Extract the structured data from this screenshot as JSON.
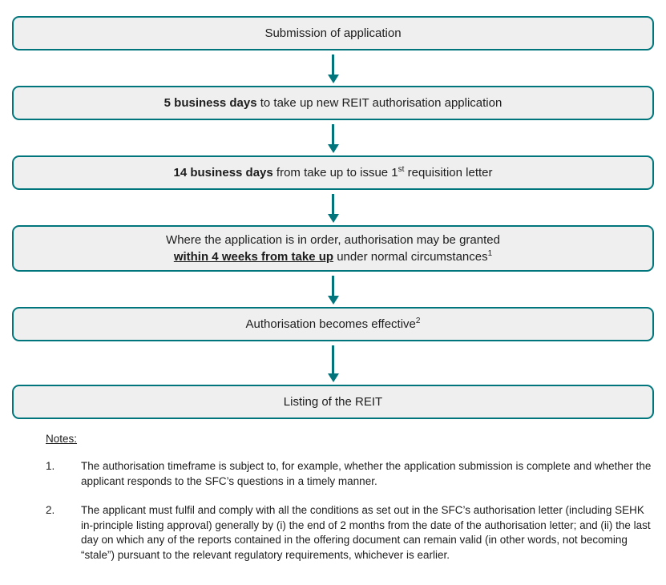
{
  "colors": {
    "accent_teal": "#00767c",
    "box_background": "#efefef",
    "text": "#1d1d1d"
  },
  "flow": {
    "boxes": {
      "submission": {
        "text": "Submission of application"
      },
      "take_up": {
        "bold": "5 business days",
        "rest": " to take up new REIT authorisation application"
      },
      "requisition": {
        "bold": "14 business days",
        "mid": " from take up to issue 1",
        "sup": "st",
        "rest": " requisition letter"
      },
      "granted": {
        "line1": "Where the application is in order, authorisation may be granted",
        "bold_underline": "within 4 weeks from take up",
        "rest": " under normal circumstances",
        "sup": "1"
      },
      "effective": {
        "text": "Authorisation becomes effective",
        "sup": "2"
      },
      "listing": {
        "text": "Listing of the REIT"
      }
    }
  },
  "notes": {
    "heading": "Notes:",
    "items": [
      {
        "num": "1.",
        "text": "The authorisation timeframe is subject to, for example, whether the application submission is complete and whether the applicant responds to the SFC’s questions in a timely manner."
      },
      {
        "num": "2.",
        "text": "The applicant must fulfil and comply with all the conditions as set out in the SFC’s authorisation letter (including SEHK in-principle listing approval) generally by (i) the end of 2 months from the date of the authorisation letter; and (ii) the last day on which any of the reports contained in the offering document can remain valid (in other words, not becoming “stale”) pursuant to the relevant regulatory requirements, whichever is earlier."
      }
    ]
  }
}
